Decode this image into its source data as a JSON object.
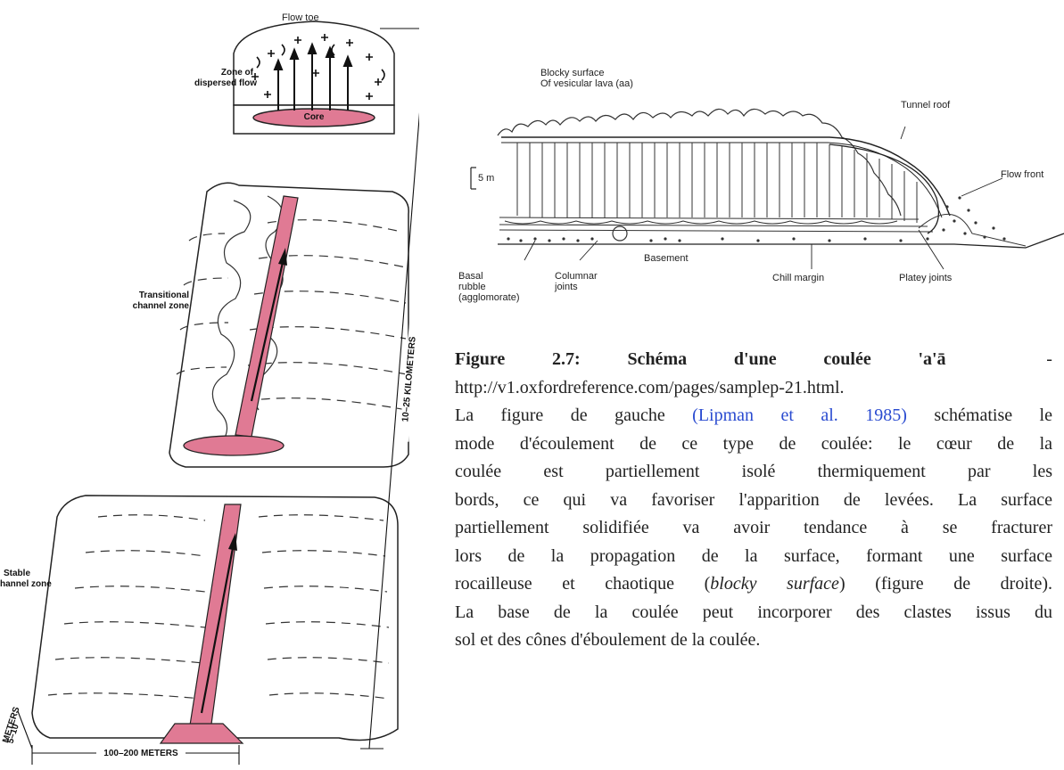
{
  "left_figure": {
    "labels": {
      "flow_toe": "Flow toe",
      "dispersed_line1": "Zone of",
      "dispersed_line2": "dispersed flow",
      "core": "Core",
      "transitional_line1": "Transitional",
      "transitional_line2": "channel zone",
      "stable_line1": "Stable",
      "stable_line2": "channel zone",
      "stable_line2_visible": "hannel zone",
      "kilometers": "10–25 KILOMETERS",
      "meters_range": "5–10",
      "meters_unit": "METERS",
      "width": "100–200 METERS"
    },
    "colors": {
      "core_fill": "#e07a94",
      "core_stroke": "#222222"
    }
  },
  "right_figure": {
    "labels": {
      "blocky_line1": "Blocky surface",
      "blocky_line2": "Of vesicular lava (aa)",
      "tunnel_roof": "Tunnel roof",
      "scale": "5 m",
      "flow_front": "Flow front",
      "basement": "Basement",
      "basal_line1": "Basal",
      "basal_line2": "rubble",
      "basal_line3": "(agglomorate)",
      "columnar_line1": "Columnar",
      "columnar_line2": "joints",
      "chill_margin": "Chill margin",
      "platey_joints": "Platey joints"
    }
  },
  "caption": {
    "figure_label": "Figure",
    "figure_number": "2.7:",
    "title_w1": "Schéma",
    "title_w2": "d'une",
    "title_w3": "coulée",
    "title_w4": "'a'ā",
    "dash": "-",
    "url": "http://v1.oxfordreference.com/pages/samplep-21.html.",
    "p_start": "La figure de gauche ",
    "citation": "(Lipman et al. 1985)",
    "p_line1_end": " schématise le",
    "line2": "mode d'écoulement de ce type de coulée: le cœur de la",
    "line3": "coulée est partiellement isolé thermiquement par les",
    "line4": "bords, ce qui va favoriser l'apparition de levées. La surface",
    "line5": "partiellement solidifiée va avoir tendance à se fracturer",
    "line6": "lors de la propagation de la surface, formant une surface",
    "line7_start": "rocailleuse et chaotique (",
    "line7_italic": "blocky surface",
    "line7_end": ") (figure de droite).",
    "line8": "La base de la coulée peut incorporer des clastes issus du",
    "line9": "sol et des cônes d'éboulement de la coulée."
  }
}
